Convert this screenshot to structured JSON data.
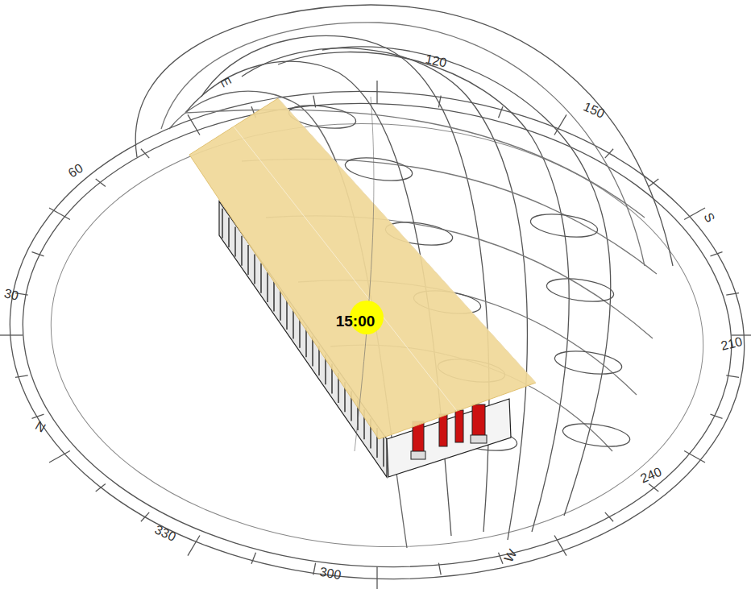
{
  "diagram": {
    "labels": [
      "E",
      "120",
      "150",
      "S",
      "210",
      "240",
      "W",
      "300",
      "330",
      "N",
      "30",
      "60",
      "15:00"
    ]
  }
}
